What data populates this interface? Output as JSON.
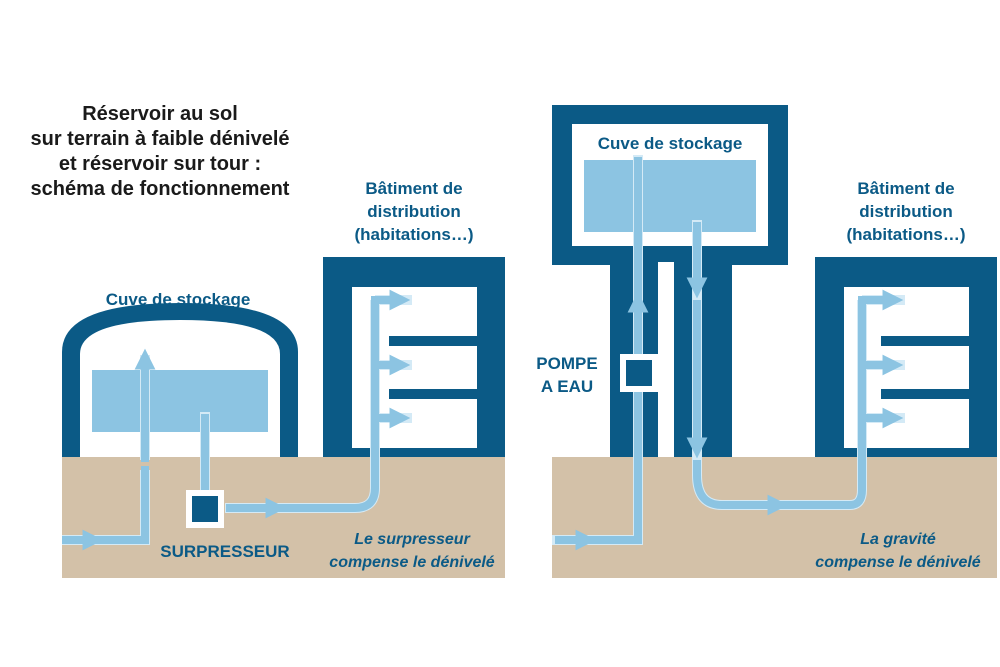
{
  "title_lines": [
    "Réservoir au sol",
    "sur terrain à faible dénivelé",
    "et réservoir sur tour :",
    "schéma de fonctionnement"
  ],
  "left_panel": {
    "tank_label": "Cuve de stockage",
    "building_label_lines": [
      "Bâtiment de",
      "distribution",
      "(habitations…)"
    ],
    "device_label": "SURPRESSEUR",
    "note_lines": [
      "Le surpresseur",
      "compense le dénivelé"
    ]
  },
  "right_panel": {
    "tank_label": "Cuve de stockage",
    "building_label_lines": [
      "Bâtiment de",
      "distribution",
      "(habitations…)"
    ],
    "device_label_lines": [
      "POMPE",
      "A EAU"
    ],
    "note_lines": [
      "La gravité",
      "compense le dénivelé"
    ]
  },
  "colors": {
    "structure": "#0b5a86",
    "water": "#8cc4e2",
    "pipe": "#d4eaf6",
    "ground": "#d3c1a8",
    "background": "#ffffff"
  }
}
